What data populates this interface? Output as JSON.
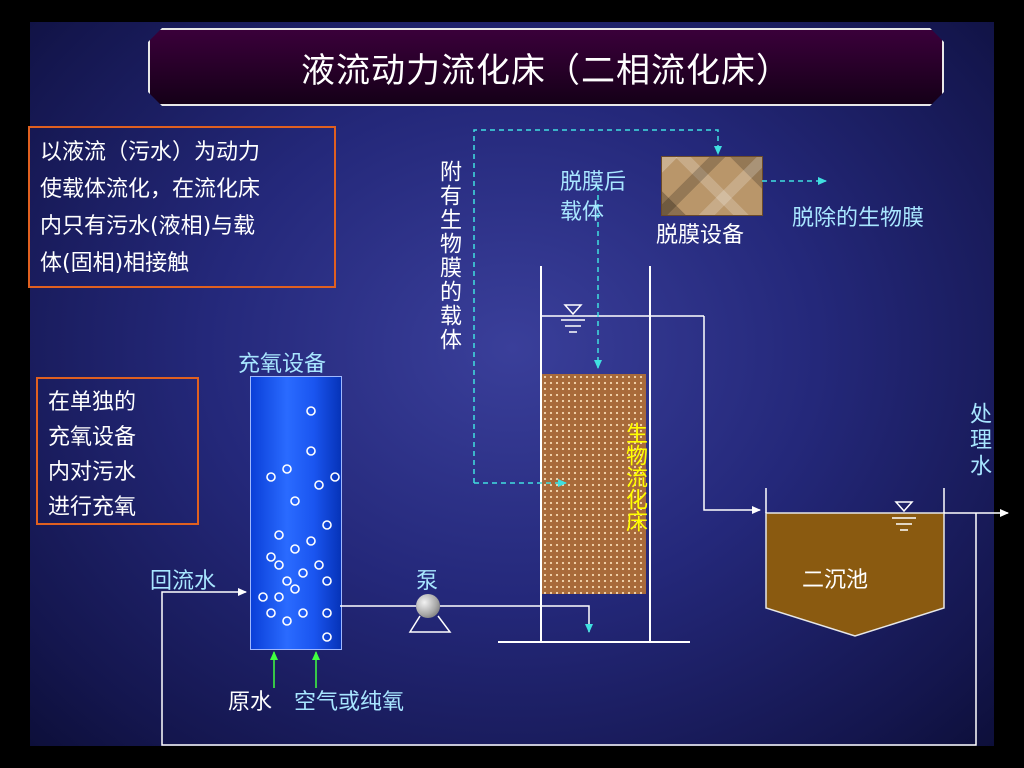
{
  "title": "液流动力流化床（二相流化床）",
  "note_top": [
    "以液流（污水）为动力",
    "使载体流化，在流化床",
    "内只有污水(液相)与载",
    "体(固相)相接触"
  ],
  "note_left": [
    "在单独的",
    "充氧设备",
    "内对污水",
    "进行充氧"
  ],
  "labels": {
    "oxygenation_device": "充氧设备",
    "return_water": "回流水",
    "pump": "泵",
    "raw_water": "原水",
    "air_or_oxygen": "空气或纯氧",
    "carrier_with_biofilm": "附有生物膜的载体",
    "detached_carrier_line1": "脱膜后",
    "detached_carrier_line2": "载体",
    "detachment_device": "脱膜设备",
    "removed_biofilm": "脱除的生物膜",
    "bio_fluidized_bed": "生物流化床",
    "treated_water": "处理水",
    "secondary_clarifier": "二沉池"
  },
  "colors": {
    "title_text": "#ffffff",
    "note_border": "#e06020",
    "label_cyan": "#a8e6ff",
    "label_yellow": "#ffff00",
    "dashed_line": "#40e0e0",
    "arrow_green": "#40ff40",
    "column_blue": "#1a55f0",
    "bed_brown": "#a86a3a",
    "clarifier_brown": "#8a5a10"
  }
}
